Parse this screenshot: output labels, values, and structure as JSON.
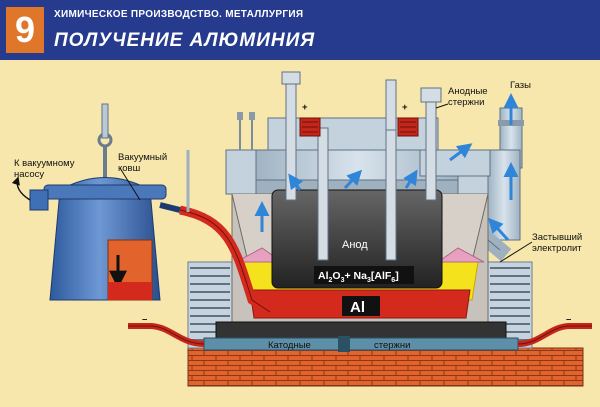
{
  "header": {
    "number": "9",
    "subtitle": "ХИМИЧЕСКОЕ ПРОИЗВОДСТВО. МЕТАЛЛУРГИЯ",
    "title": "ПОЛУЧЕНИЕ АЛЮМИНИЯ"
  },
  "labels": {
    "vacuum_pump_l1": "К вакуумному",
    "vacuum_pump_l2": "насосу",
    "vacuum_ladle_l1": "Вакуумный",
    "vacuum_ladle_l2": "ковш",
    "anode_rods_l1": "Анодные",
    "anode_rods_l2": "стержни",
    "gases": "Газы",
    "frozen_electrolyte_l1": "Застывший",
    "frozen_electrolyte_l2": "электролит",
    "anode": "Анод",
    "electrolyte_a": "Al",
    "electrolyte_b": "O",
    "electrolyte_c": "+ Na",
    "electrolyte_d": "[AlF",
    "electrolyte_e": "]",
    "sub_2": "2",
    "sub_3": "3",
    "sub_3b": "3",
    "sub_6": "6",
    "aluminum": "Al",
    "cathode_rods_l": "Катодные",
    "cathode_rods_r": "стержни",
    "plus": "+",
    "minus": "–"
  },
  "colors": {
    "header_bg": "#263a8e",
    "badge": "#e0762a",
    "background": "#f7e7ac",
    "steel": "#b9c9d6",
    "ladle": "#3f6fb5",
    "molten_al": "#d42a1e",
    "electrolyte": "#f4e21c",
    "anode": "#2b2b2b",
    "brick": "#e2632b",
    "gas_arrow": "#2f86d8"
  }
}
